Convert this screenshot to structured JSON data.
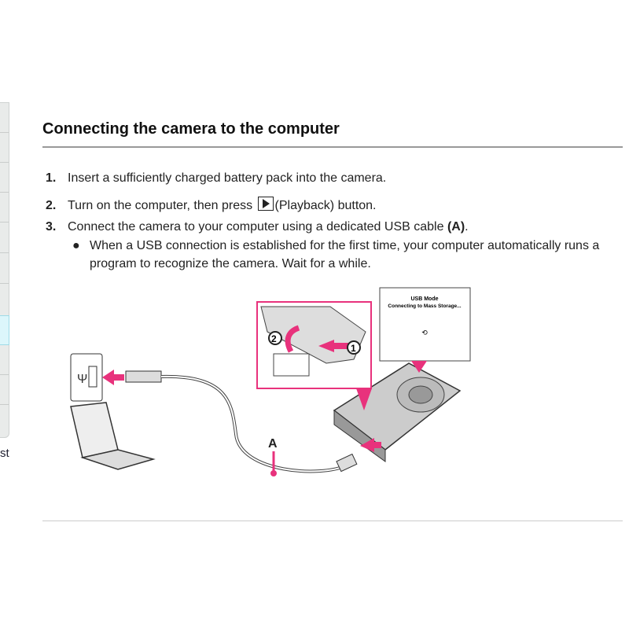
{
  "sidebar": {
    "footer_text": "st"
  },
  "title": "Connecting the camera to the computer",
  "steps": [
    {
      "num": "1.",
      "text": "Insert a sufficiently charged battery pack into the camera."
    },
    {
      "num": "2.",
      "text_before": "Turn on the computer, then press",
      "icon": "playback-icon",
      "text_after": "(Playback) button."
    },
    {
      "num": "3.",
      "text": "Connect the camera to your computer using a dedicated USB cable",
      "bold": "(A)",
      "end": "."
    }
  ],
  "bullet": {
    "text": "When a USB connection is established for the first time, your computer automatically runs a program to recognize the camera. Wait for a while."
  },
  "illustration": {
    "screen_line1": "USB Mode",
    "screen_line2": "Connecting to Mass Storage...",
    "label_a": "A",
    "callout1": "1",
    "callout2": "2",
    "accent": "#e8327c"
  }
}
